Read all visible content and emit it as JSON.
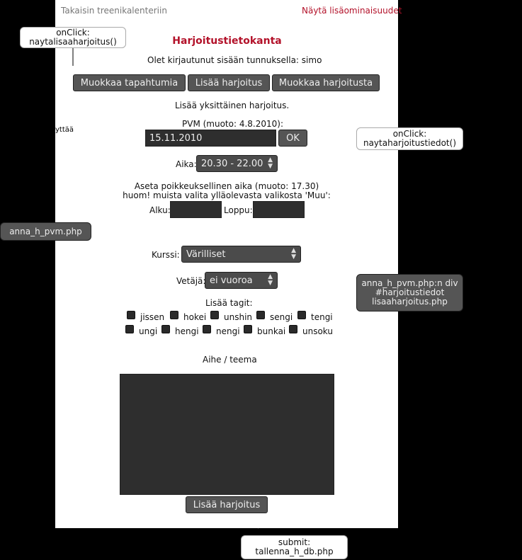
{
  "nav": {
    "back_link": "Takaisin treenikalenteriin",
    "more_features_link": "Näytä lisäominaisuudet"
  },
  "header": {
    "title": "Harjoitustietokanta",
    "logged_in": "Olet kirjautunut sisään tunnuksella: simo"
  },
  "left_fragment": "yttää",
  "buttons": {
    "edit_events": "Muokkaa tapahtumia",
    "add_training": "Lisää harjoitus",
    "edit_training": "Muokkaa harjoitusta"
  },
  "form": {
    "heading": "Lisää yksittäinen harjoitus.",
    "date_label": "PVM (muoto: 4.8.2010):",
    "date_value": "15.11.2010",
    "ok_label": "OK",
    "time_label": "Aika:",
    "time_value": "20.30 - 22.00",
    "custom_time_line1": "Aseta poikkeuksellinen aika (muoto: 17.30)",
    "custom_time_line2": "huom! muista valita ylläolevasta valikosta 'Muu':",
    "start_label": "Alku:",
    "end_label": "Loppu:",
    "course_label": "Kurssi:",
    "course_value": "Värilliset",
    "leader_label": "Vetäjä:",
    "leader_value": "ei vuoroa",
    "tags_label": "Lisää tagit:",
    "tags_row1": [
      "jissen",
      "hokei",
      "unshin",
      "sengi",
      "tengi"
    ],
    "tags_row2": [
      "ungi",
      "hengi",
      "nengi",
      "bunkai",
      "unsoku"
    ],
    "topic_label": "Aihe / teema",
    "submit_label": "Lisää harjoitus"
  },
  "annotations": {
    "onclick_add_line1": "onClick:",
    "onclick_add_line2": "naytalisaaharjoitus()",
    "onclick_ok_line1": "onClick:",
    "onclick_ok_line2": "naytaharjoitustiedot()",
    "anna_pvm": "anna_h_pvm.php",
    "div_line1": "anna_h_pvm.php:n div",
    "div_line2": "#harjoitustiedot",
    "div_line3": "lisaaharjoitus.php",
    "submit_line1": "submit:",
    "submit_line2": "tallenna_h_db.php"
  }
}
